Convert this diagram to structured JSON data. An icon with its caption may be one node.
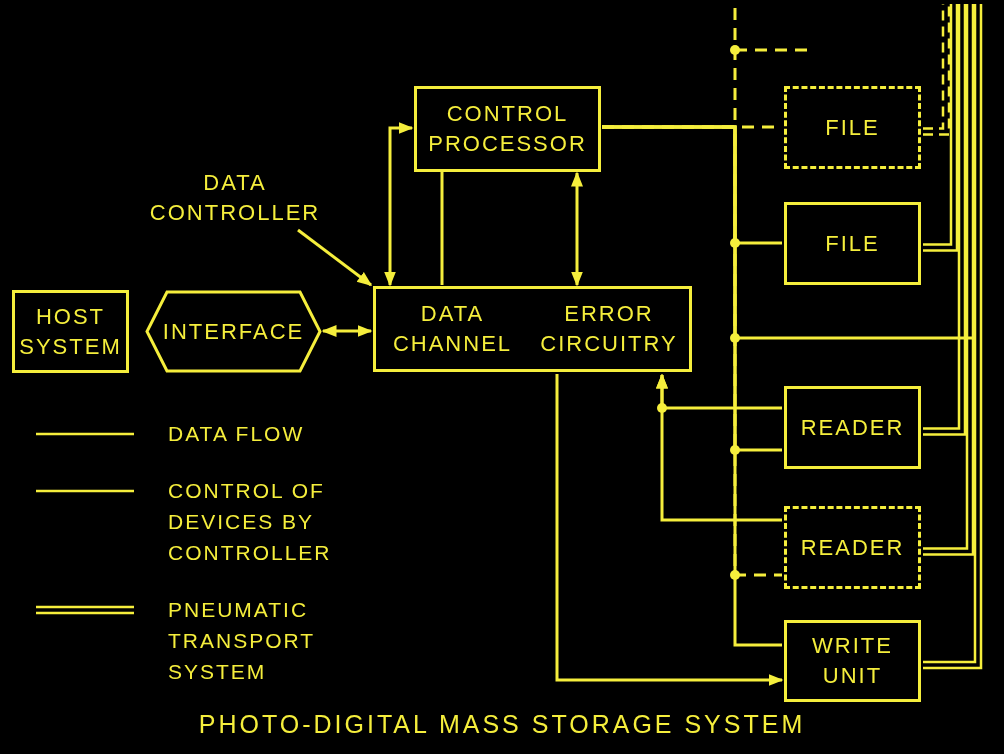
{
  "diagram": {
    "caption": "PHOTO-DIGITAL MASS STORAGE SYSTEM",
    "nodes": [
      {
        "text": [
          "HOST SYSTEM"
        ]
      },
      {
        "text": [
          "INTERFACE"
        ]
      },
      {
        "text": [],
        "shape": "box"
      },
      {
        "text": [
          "DATA CHANNEL"
        ],
        "in": 2
      },
      {
        "text": [
          "ERROR CIRCUITRY"
        ],
        "in": 2
      },
      {
        "text": [
          "DATA CONTROLLER"
        ]
      },
      {
        "text": [
          "CONTROL PROCESSOR"
        ]
      },
      {
        "text": [
          "FILE"
        ]
      },
      {
        "text": [
          "FILE"
        ]
      },
      {
        "text": [
          "READER"
        ]
      },
      {
        "text": [
          "READER"
        ]
      },
      {
        "text": [
          "WRITE UNIT"
        ]
      }
    ],
    "edges": [
      {
        "from": 1,
        "to": 3,
        "arrow": "both"
      },
      {
        "from": 5,
        "to": 2,
        "arrow": "to"
      },
      {
        "from": 6,
        "to": 3,
        "arrow": "none"
      },
      {
        "from": 6,
        "to": 3,
        "arrow": "both"
      },
      {
        "from": 6,
        "to": 4,
        "arrow": "both"
      },
      {
        "from": 6,
        "to": 7,
        "arrow": "none",
        "style": "dashed"
      },
      {
        "from": 6,
        "to": 8,
        "arrow": "none"
      },
      {
        "from": 6,
        "to": 9,
        "arrow": "none"
      },
      {
        "from": 6,
        "to": 10,
        "arrow": "none",
        "style": "dashed"
      },
      {
        "from": 6,
        "to": 11,
        "arrow": "none"
      },
      {
        "from": 6,
        "to": null,
        "arrow": "none"
      },
      {
        "from": 6,
        "to": null,
        "arrow": "none",
        "style": "dashed"
      },
      {
        "from": 4,
        "to": 11,
        "arrow": "to"
      },
      {
        "from": 9,
        "to": 4,
        "arrow": "to"
      },
      {
        "from": 10,
        "to": 4,
        "arrow": "to"
      },
      {
        "from": 7,
        "to": null,
        "arrow": "none",
        "style": "dashed"
      },
      {
        "from": 8,
        "to": null,
        "arrow": "none"
      },
      {
        "from": 9,
        "to": null,
        "arrow": "none"
      },
      {
        "from": 10,
        "to": null,
        "arrow": "none"
      },
      {
        "from": 11,
        "to": null,
        "arrow": "none"
      }
    ],
    "legend": [
      {
        "text": "DATA FLOW"
      },
      {
        "text": "CONTROL OF DEVICES BY CONTROLLER"
      },
      {
        "text": "PNEUMATIC TRANSPORT SYSTEM"
      }
    ]
  }
}
